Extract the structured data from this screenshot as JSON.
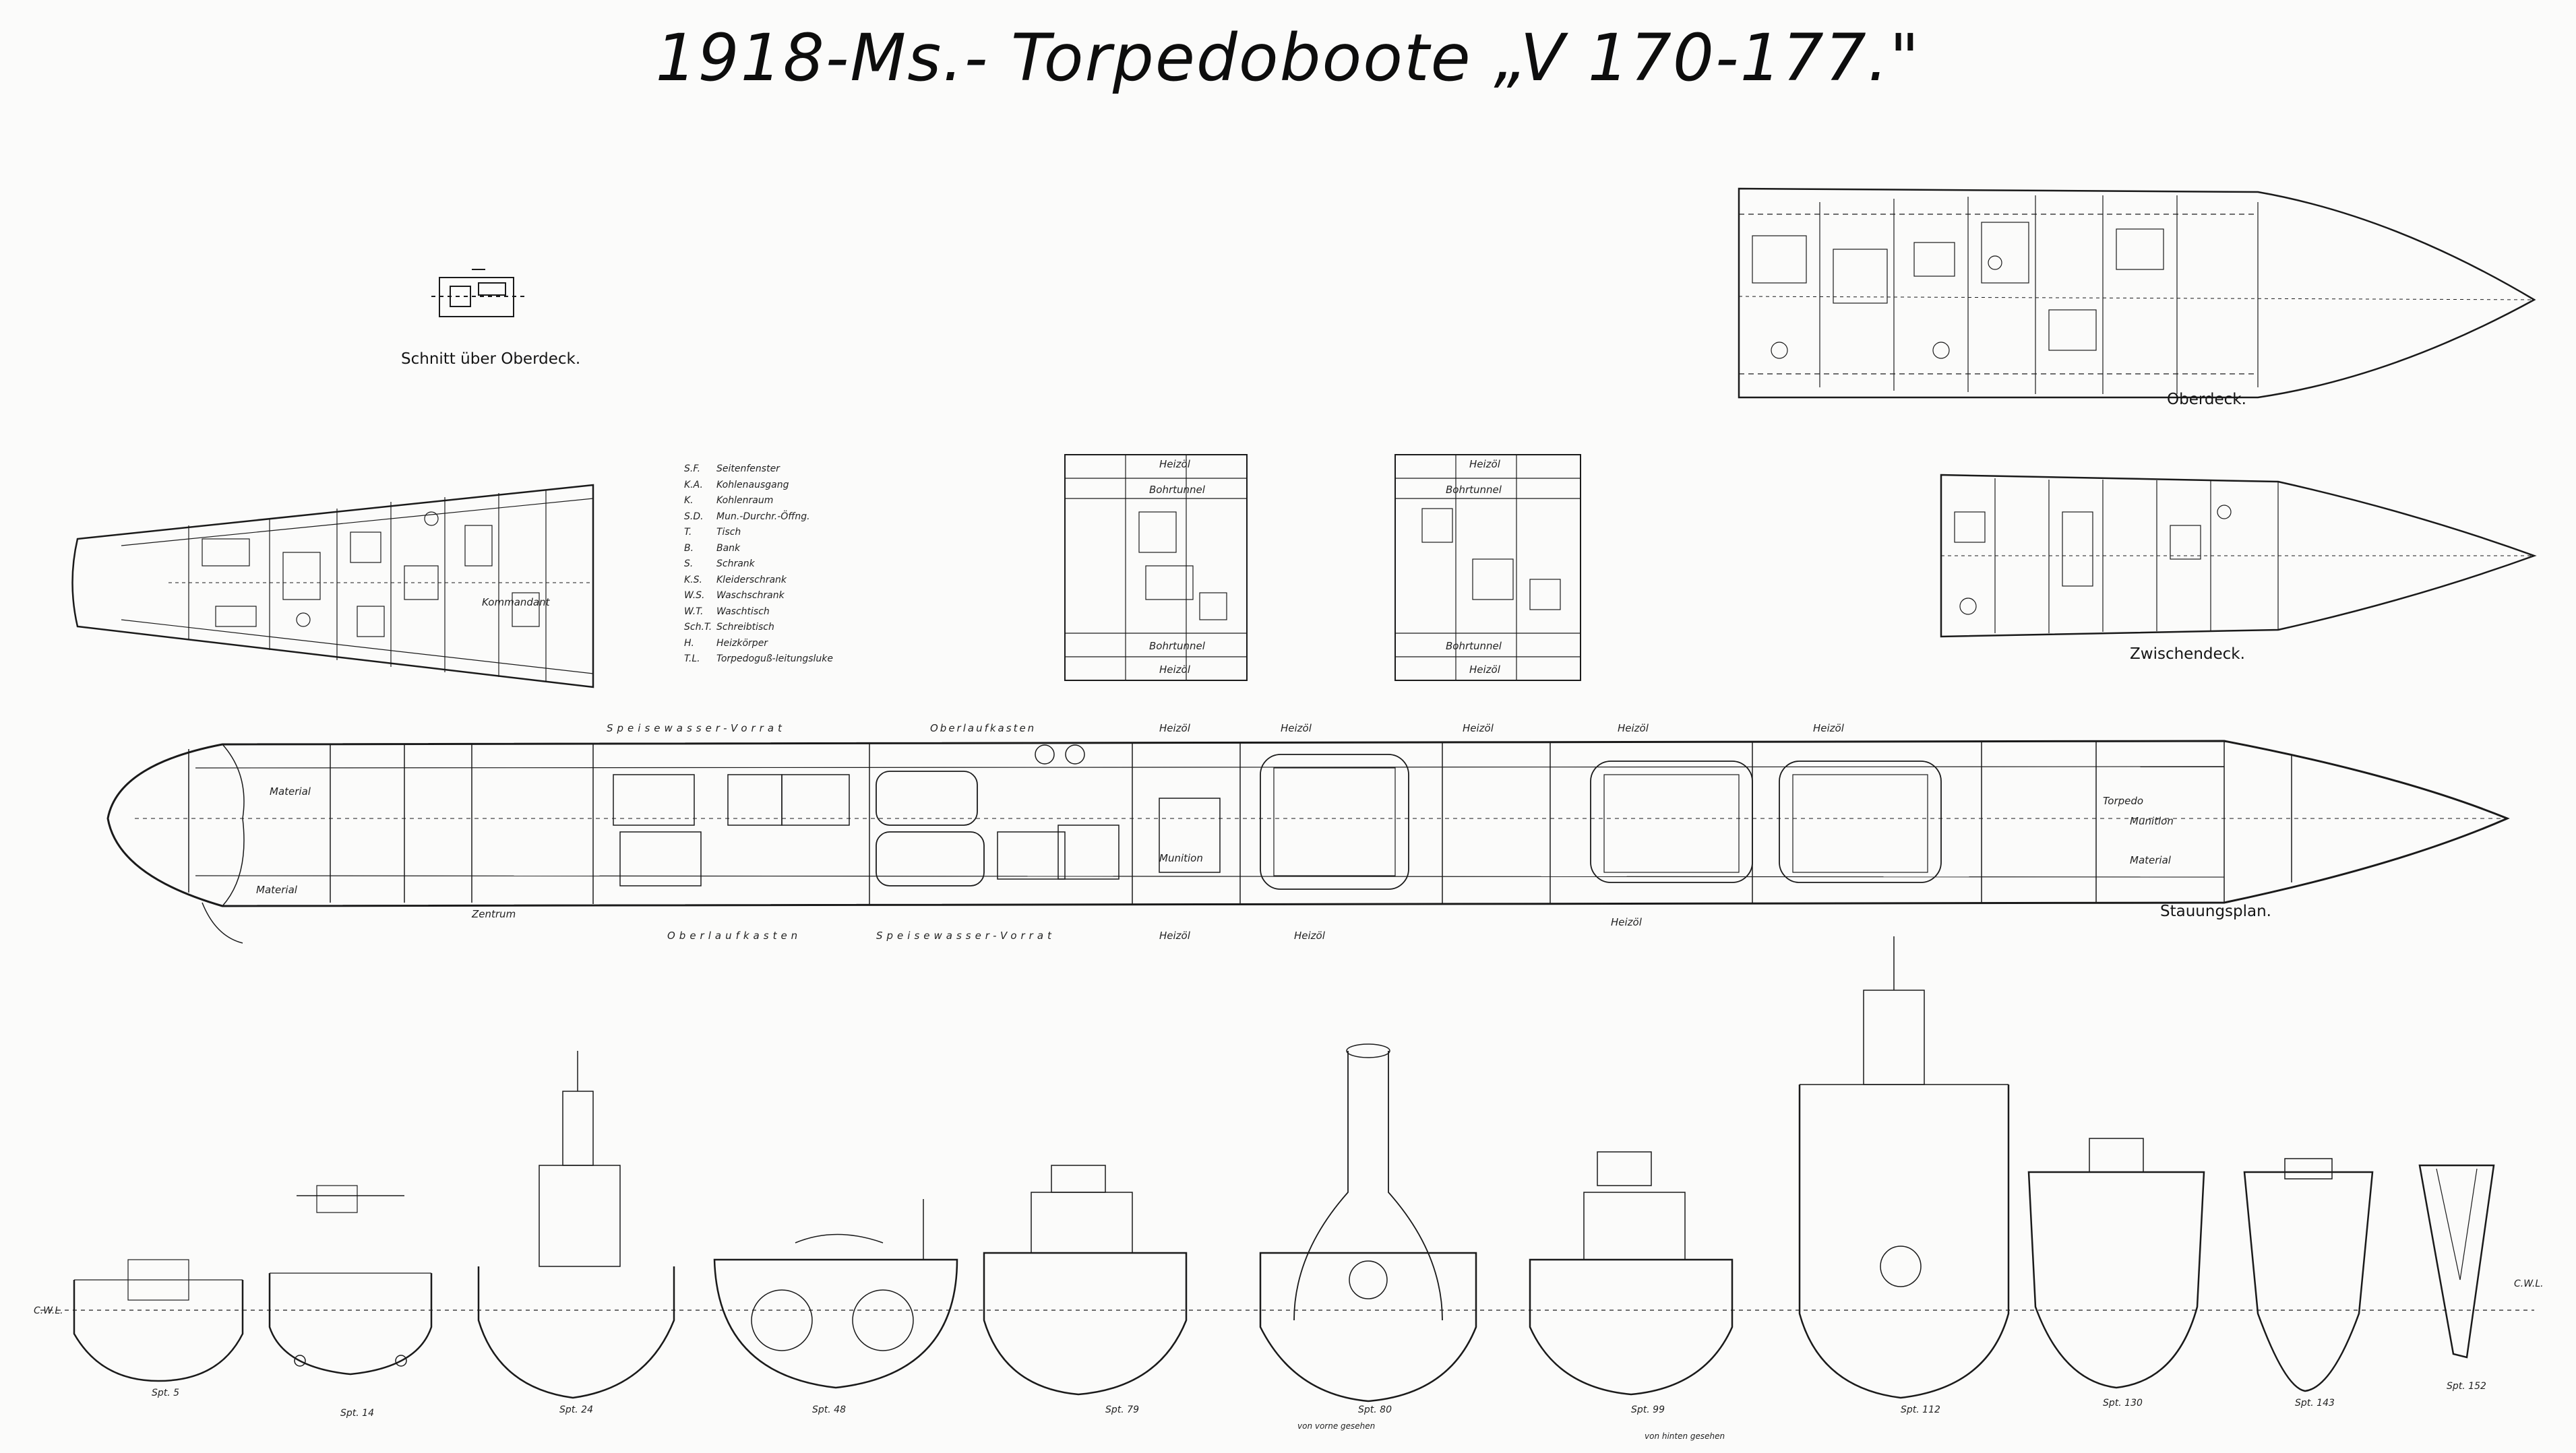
{
  "title": "1918-Ms.- Torpedoboote „V 170-177.\"",
  "views": {
    "schnitt": "Schnitt über Oberdeck.",
    "oberdeck": "Oberdeck.",
    "zwischendeck": "Zwischendeck.",
    "stauungsplan": "Stauungsplan."
  },
  "legend": [
    {
      "key": "S.F.",
      "text": "Seitenfenster"
    },
    {
      "key": "K.A.",
      "text": "Kohlenausgang"
    },
    {
      "key": "K.",
      "text": "Kohlenraum"
    },
    {
      "key": "S.D.",
      "text": "Mun.-Durchr.-Öffng."
    },
    {
      "key": "T.",
      "text": "Tisch"
    },
    {
      "key": "B.",
      "text": "Bank"
    },
    {
      "key": "S.",
      "text": "Schrank"
    },
    {
      "key": "K.S.",
      "text": "Kleiderschrank"
    },
    {
      "key": "W.S.",
      "text": "Waschschrank"
    },
    {
      "key": "W.T.",
      "text": "Waschtisch"
    },
    {
      "key": "Sch.T.",
      "text": "Schreibtisch"
    },
    {
      "key": "H.",
      "text": "Heizkörper"
    },
    {
      "key": "T.L.",
      "text": "Torpedoguß-leitungsluke"
    }
  ],
  "compartments": {
    "heizoel": "Heizöl",
    "bohrtunnel": "Bohrtunnel",
    "oberlaufkasten": "Oberlaufkasten",
    "speisewasser": "Speisewasser-Vorrat",
    "munition": "Munition",
    "material": "Material",
    "torpedo": "Torpedo",
    "zentrum": "Zentrum",
    "kommandant": "Kommandant"
  },
  "stations": [
    "Spt. 5",
    "Spt. 14",
    "Spt. 24",
    "Spt. 48",
    "Spt. 79",
    "Spt. 80",
    "Spt. 99",
    "Spt. 112",
    "Spt. 130",
    "Spt. 143",
    "Spt. 152"
  ],
  "annotations": {
    "cwl_left": "C.W.L.",
    "cwl_right": "C.W.L.",
    "view_fwd": "von vorne gesehen",
    "view_aft": "von hinten gesehen"
  }
}
